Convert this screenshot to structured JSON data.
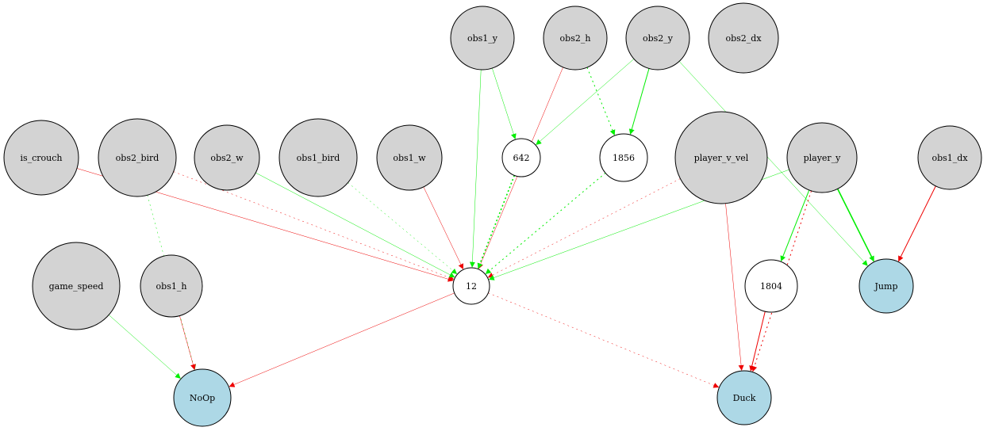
{
  "graph": {
    "colors": {
      "input": "#d3d3d3",
      "hidden": "#ffffff",
      "output": "#add8e6",
      "border": "#000000",
      "positive": "#00ee00",
      "negative": "#ee0000"
    },
    "nodes": [
      {
        "id": "obs1_y",
        "label": "obs1_y",
        "kind": "input"
      },
      {
        "id": "obs2_h",
        "label": "obs2_h",
        "kind": "input"
      },
      {
        "id": "obs2_y",
        "label": "obs2_y",
        "kind": "input"
      },
      {
        "id": "obs2_dx",
        "label": "obs2_dx",
        "kind": "input"
      },
      {
        "id": "is_crouch",
        "label": "is_crouch",
        "kind": "input"
      },
      {
        "id": "obs2_bird",
        "label": "obs2_bird",
        "kind": "input"
      },
      {
        "id": "obs2_w",
        "label": "obs2_w",
        "kind": "input"
      },
      {
        "id": "obs1_bird",
        "label": "obs1_bird",
        "kind": "input"
      },
      {
        "id": "obs1_w",
        "label": "obs1_w",
        "kind": "input"
      },
      {
        "id": "n642",
        "label": "642",
        "kind": "hidden"
      },
      {
        "id": "n1856",
        "label": "1856",
        "kind": "hidden"
      },
      {
        "id": "player_v_vel",
        "label": "player_v_vel",
        "kind": "input"
      },
      {
        "id": "player_y",
        "label": "player_y",
        "kind": "input"
      },
      {
        "id": "obs1_dx",
        "label": "obs1_dx",
        "kind": "input"
      },
      {
        "id": "game_speed",
        "label": "game_speed",
        "kind": "input"
      },
      {
        "id": "obs1_h",
        "label": "obs1_h",
        "kind": "input"
      },
      {
        "id": "n12",
        "label": "12",
        "kind": "hidden"
      },
      {
        "id": "n1804",
        "label": "1804",
        "kind": "hidden"
      },
      {
        "id": "Jump",
        "label": "Jump",
        "kind": "output"
      },
      {
        "id": "NoOp",
        "label": "NoOp",
        "kind": "output"
      },
      {
        "id": "Duck",
        "label": "Duck",
        "kind": "output"
      }
    ],
    "edges": [
      {
        "from": "obs1_y",
        "to": "n12",
        "sign": "positive",
        "style": "solid",
        "strength": "thin"
      },
      {
        "from": "obs1_y",
        "to": "n642",
        "sign": "positive",
        "style": "solid",
        "strength": "thin"
      },
      {
        "from": "obs2_h",
        "to": "n12",
        "sign": "negative",
        "style": "solid",
        "strength": "thin"
      },
      {
        "from": "obs2_h",
        "to": "n1856",
        "sign": "positive",
        "style": "dotted",
        "strength": "normal"
      },
      {
        "from": "obs2_y",
        "to": "n642",
        "sign": "positive",
        "style": "solid",
        "strength": "thin"
      },
      {
        "from": "obs2_y",
        "to": "n1856",
        "sign": "positive",
        "style": "solid",
        "strength": "normal"
      },
      {
        "from": "obs2_y",
        "to": "Jump",
        "sign": "positive",
        "style": "solid",
        "strength": "thin"
      },
      {
        "from": "is_crouch",
        "to": "n12",
        "sign": "negative",
        "style": "solid",
        "strength": "thin"
      },
      {
        "from": "obs2_bird",
        "to": "n12",
        "sign": "negative",
        "style": "dotted",
        "strength": "thin"
      },
      {
        "from": "obs2_bird",
        "to": "NoOp",
        "sign": "positive",
        "style": "dotted",
        "strength": "thin"
      },
      {
        "from": "obs2_w",
        "to": "n12",
        "sign": "positive",
        "style": "solid",
        "strength": "thin"
      },
      {
        "from": "obs1_bird",
        "to": "n12",
        "sign": "positive",
        "style": "dotted",
        "strength": "thin"
      },
      {
        "from": "obs1_w",
        "to": "n12",
        "sign": "negative",
        "style": "solid",
        "strength": "thin"
      },
      {
        "from": "n642",
        "to": "n12",
        "sign": "positive",
        "style": "dotted",
        "strength": "strong"
      },
      {
        "from": "n1856",
        "to": "n12",
        "sign": "positive",
        "style": "dotted",
        "strength": "normal"
      },
      {
        "from": "player_v_vel",
        "to": "n12",
        "sign": "negative",
        "style": "dotted",
        "strength": "thin"
      },
      {
        "from": "player_v_vel",
        "to": "Duck",
        "sign": "negative",
        "style": "solid",
        "strength": "thin"
      },
      {
        "from": "player_y",
        "to": "n12",
        "sign": "positive",
        "style": "solid",
        "strength": "thin"
      },
      {
        "from": "player_y",
        "to": "n1804",
        "sign": "positive",
        "style": "solid",
        "strength": "normal"
      },
      {
        "from": "player_y",
        "to": "Jump",
        "sign": "positive",
        "style": "solid",
        "strength": "strong"
      },
      {
        "from": "player_y",
        "to": "Duck",
        "sign": "negative",
        "style": "dotted",
        "strength": "normal"
      },
      {
        "from": "obs1_dx",
        "to": "Jump",
        "sign": "negative",
        "style": "solid",
        "strength": "normal"
      },
      {
        "from": "game_speed",
        "to": "NoOp",
        "sign": "positive",
        "style": "solid",
        "strength": "thin"
      },
      {
        "from": "obs1_h",
        "to": "NoOp",
        "sign": "negative",
        "style": "solid",
        "strength": "thin"
      },
      {
        "from": "n12",
        "to": "NoOp",
        "sign": "negative",
        "style": "solid",
        "strength": "thin"
      },
      {
        "from": "n12",
        "to": "Duck",
        "sign": "negative",
        "style": "dotted",
        "strength": "thin"
      },
      {
        "from": "n1804",
        "to": "Duck",
        "sign": "negative",
        "style": "solid",
        "strength": "normal"
      }
    ]
  }
}
